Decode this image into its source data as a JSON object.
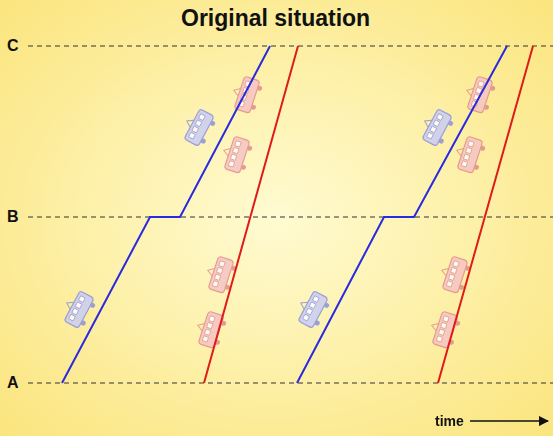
{
  "diagram": {
    "title": "Original situation",
    "labels": [
      "C",
      "B",
      "A",
      "time"
    ]
  }
}
